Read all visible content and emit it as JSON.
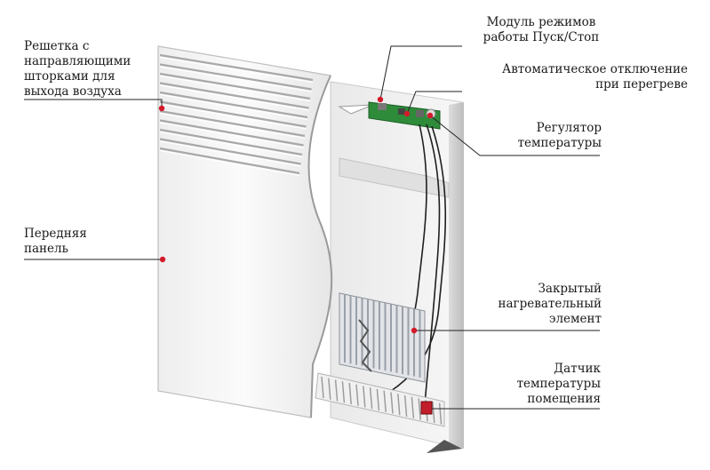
{
  "diagram": {
    "labels": {
      "grille": [
        "Решетка с",
        "направляющими",
        "шторками для",
        "выхода воздуха"
      ],
      "front_panel": [
        "Передняя",
        "панель"
      ],
      "mode_module": [
        "Модуль режимов",
        "работы Пуск/Стоп"
      ],
      "overheat_cutoff": [
        "Автоматическое отключение",
        "при перегреве"
      ],
      "thermostat": [
        "Регулятор",
        "температуры"
      ],
      "heating_element": [
        "Закрытый",
        "нагревательный",
        "элемент"
      ],
      "room_sensor": [
        "Датчик",
        "температуры",
        "помещения"
      ]
    },
    "colors": {
      "marker": "#d31a2a",
      "leader": "#222222",
      "panel": "#f4f4f4",
      "panel_shade": "#d9d9d9",
      "circuit_board": "#2e8b3a",
      "heating_fins": "#c8ccd2"
    }
  }
}
